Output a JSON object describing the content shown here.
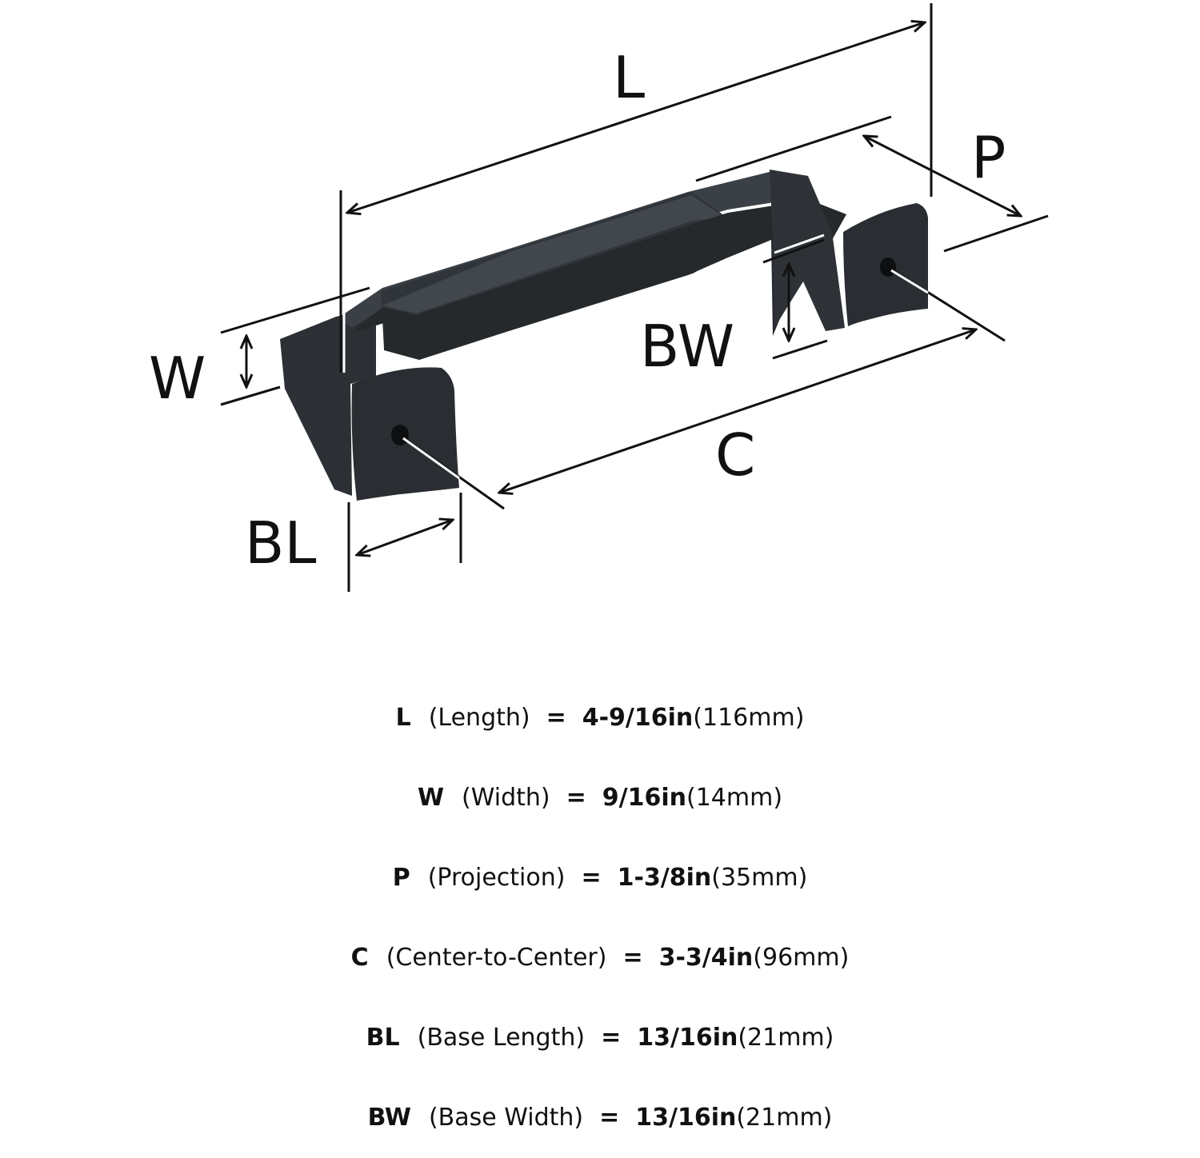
{
  "colors": {
    "handle": "#32373b",
    "handle_face": "#2a2e31",
    "handle_highlight": "#4a5156",
    "line": "#111111",
    "background": "#ffffff"
  },
  "diagram": {
    "labels": {
      "L": "L",
      "P": "P",
      "W": "W",
      "BW": "BW",
      "C": "C",
      "BL": "BL"
    }
  },
  "specs": [
    {
      "abbr": "L",
      "name": "(Length)",
      "eq": "=",
      "imperial": "4-9/16in",
      "metric": "(116mm)"
    },
    {
      "abbr": "W",
      "name": "(Width)",
      "eq": "=",
      "imperial": "9/16in",
      "metric": "(14mm)"
    },
    {
      "abbr": "P",
      "name": "(Projection)",
      "eq": "=",
      "imperial": "1-3/8in",
      "metric": "(35mm)"
    },
    {
      "abbr": "C",
      "name": "(Center-to-Center)",
      "eq": "=",
      "imperial": "3-3/4in",
      "metric": "(96mm)"
    },
    {
      "abbr": "BL",
      "name": "(Base Length)",
      "eq": "=",
      "imperial": "13/16in",
      "metric": "(21mm)"
    },
    {
      "abbr": "BW",
      "name": "(Base Width)",
      "eq": "=",
      "imperial": "13/16in",
      "metric": "(21mm)"
    }
  ]
}
